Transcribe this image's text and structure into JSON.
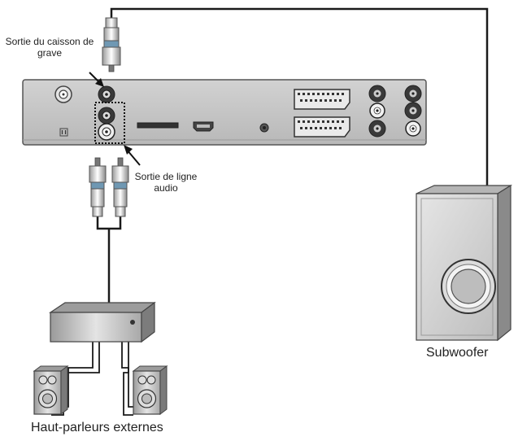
{
  "labels": {
    "subwoofer_output": "Sortie du caisson de grave",
    "audio_line_output": "Sortie de ligne audio",
    "subwoofer": "Subwoofer",
    "external_speakers": "Haut-parleurs externes"
  },
  "colors": {
    "panel_fill": "#c8c8c8",
    "panel_stroke": "#555555",
    "device_dark": "#4a4a4a",
    "device_light": "#d7d7d7",
    "cable": "#1a1a1a",
    "connector_accent": "#6f98b3",
    "jack_dark": "#3a3a3a"
  }
}
